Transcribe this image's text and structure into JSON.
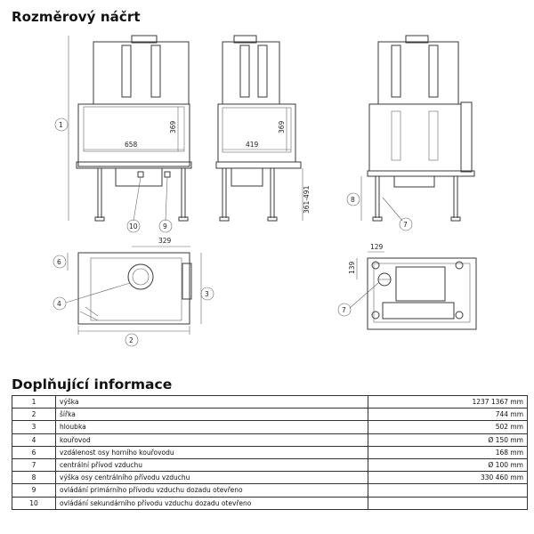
{
  "headings": {
    "drawing_title": "Rozměrový náčrt",
    "info_title": "Doplňující informace"
  },
  "drawing": {
    "front_width": "658",
    "front_height": "369",
    "side_width": "419",
    "side_height": "369",
    "side_range": "361-491",
    "top_offset": "329",
    "right_offset_x": "129",
    "right_offset_y": "139",
    "callouts": {
      "c1": "1",
      "c2": "2",
      "c3": "3",
      "c4": "4",
      "c6": "6",
      "c7a": "7",
      "c7b": "7",
      "c8": "8",
      "c9": "9",
      "c10": "10"
    }
  },
  "info_rows": [
    {
      "num": "1",
      "desc": "výška",
      "value": "1237   1367 mm"
    },
    {
      "num": "2",
      "desc": "šířka",
      "value": "744 mm"
    },
    {
      "num": "3",
      "desc": "hloubka",
      "value": "502 mm"
    },
    {
      "num": "4",
      "desc": "kouřovod",
      "value": "Ø 150 mm"
    },
    {
      "num": "6",
      "desc": "vzdálenost osy horního kouřovodu",
      "value": "168 mm"
    },
    {
      "num": "7",
      "desc": "centrální přívod vzduchu",
      "value": "Ø 100 mm"
    },
    {
      "num": "8",
      "desc": "výška osy centrálního přívodu vzduchu",
      "value": "330   460 mm"
    },
    {
      "num": "9",
      "desc": "ovládání primárního přívodu vzduchu   dozadu otevřeno",
      "value": ""
    },
    {
      "num": "10",
      "desc": "ovládání sekundárního přívodu vzduchu   dozadu otevřeno",
      "value": ""
    }
  ]
}
